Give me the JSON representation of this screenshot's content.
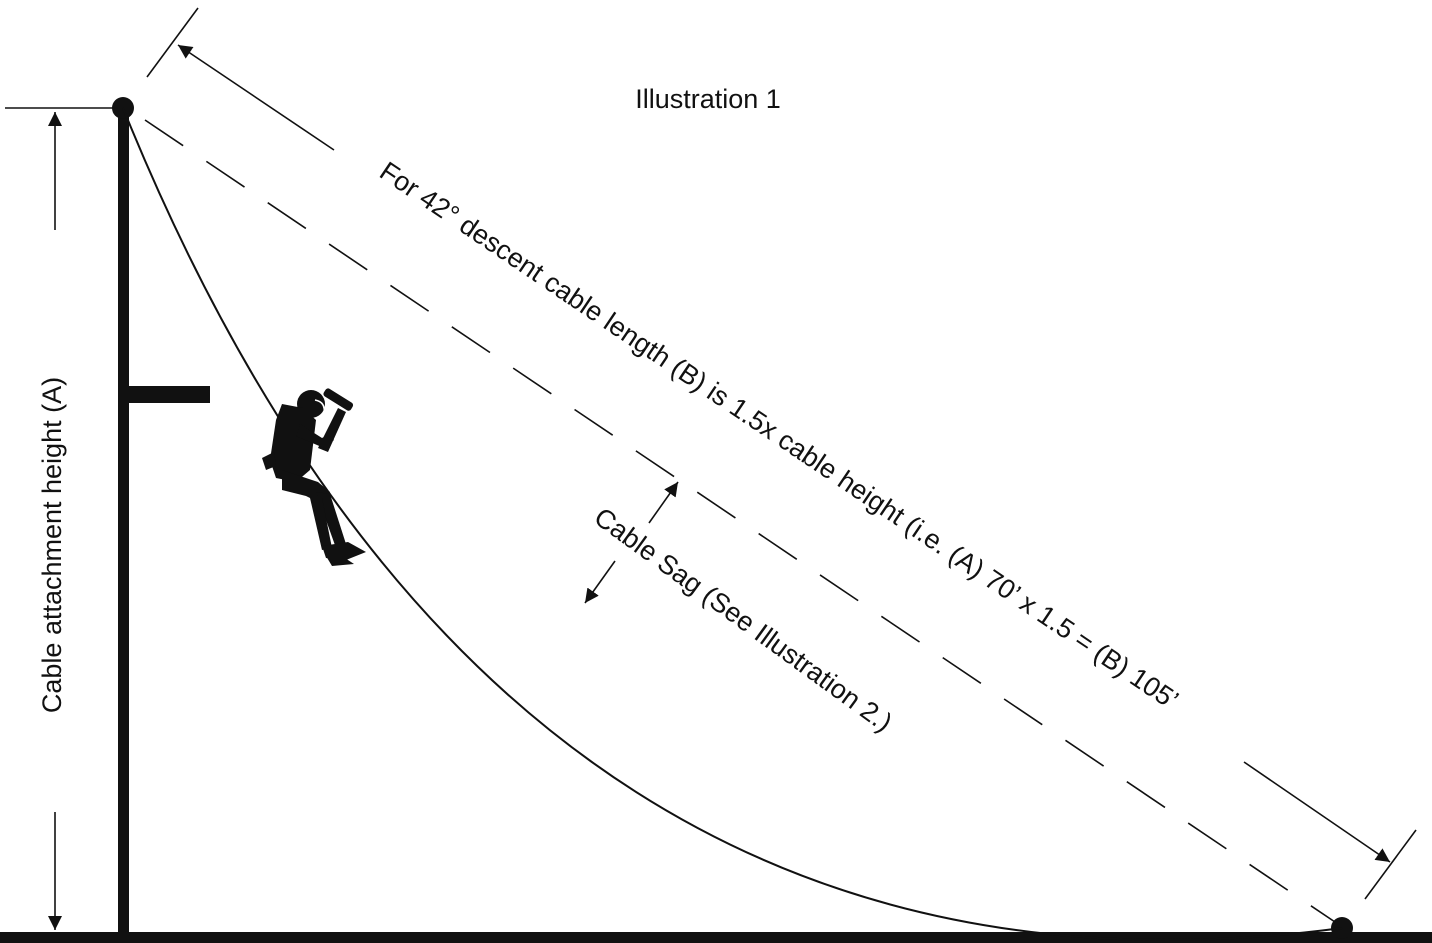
{
  "title": "Illustration 1",
  "labels": {
    "cable_height": "Cable attachment height (A)",
    "cable_length": "For 42° descent cable length (B) is 1.5x cable height (i.e. (A) 70’ x 1.5 = (B) 105’",
    "cable_sag": "Cable Sag (See Illustration 2.)"
  },
  "colors": {
    "ink": "#111111",
    "background": "#ffffff"
  }
}
